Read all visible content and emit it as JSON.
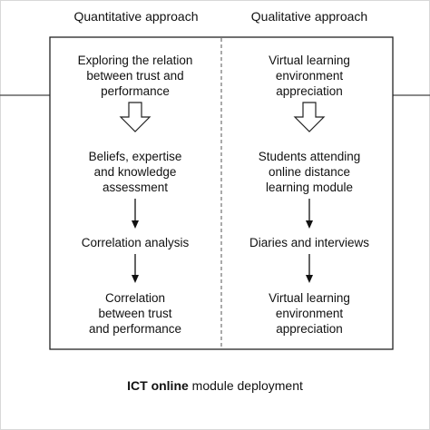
{
  "columns": {
    "left": {
      "heading": "Quantitative approach",
      "steps": [
        "Exploring the relation\nbetween trust and\nperformance",
        "Beliefs, expertise\nand knowledge\nassessment",
        "Correlation analysis",
        "Correlation\nbetween trust\nand performance"
      ]
    },
    "right": {
      "heading": "Qualitative approach",
      "steps": [
        "Virtual learning\nenvironment\nappreciation",
        "Students attending\nonline distance\nlearning module",
        "Diaries and interviews",
        "Virtual learning\nenvironment\nappreciation"
      ]
    }
  },
  "footer": {
    "bold": "ICT online",
    "rest": " module deployment"
  }
}
